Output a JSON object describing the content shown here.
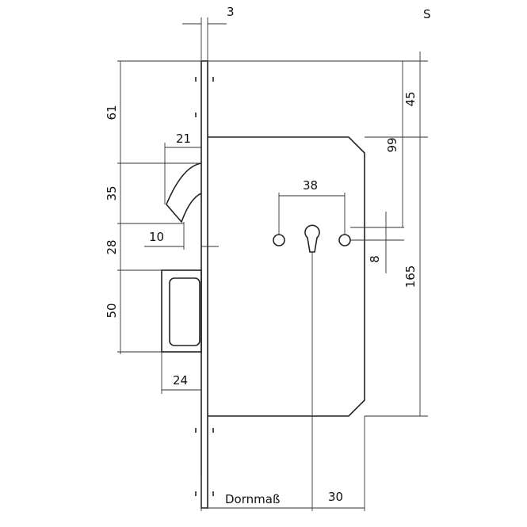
{
  "corner_mark": "S",
  "dimensions": {
    "faceplate_thickness": "3",
    "top_to_bolt": "61",
    "bolt_projection": "21",
    "bolt_height": "35",
    "bolt_inner": "10",
    "gap_to_latch": "28",
    "latch_height": "50",
    "latch_projection": "24",
    "hole_spacing": "38",
    "top_to_case": "45",
    "top_to_keyhole": "99",
    "keyhole_offset": "8",
    "case_height": "165",
    "backset_label": "Dornmaß",
    "keyhole_to_case_end": "30"
  }
}
